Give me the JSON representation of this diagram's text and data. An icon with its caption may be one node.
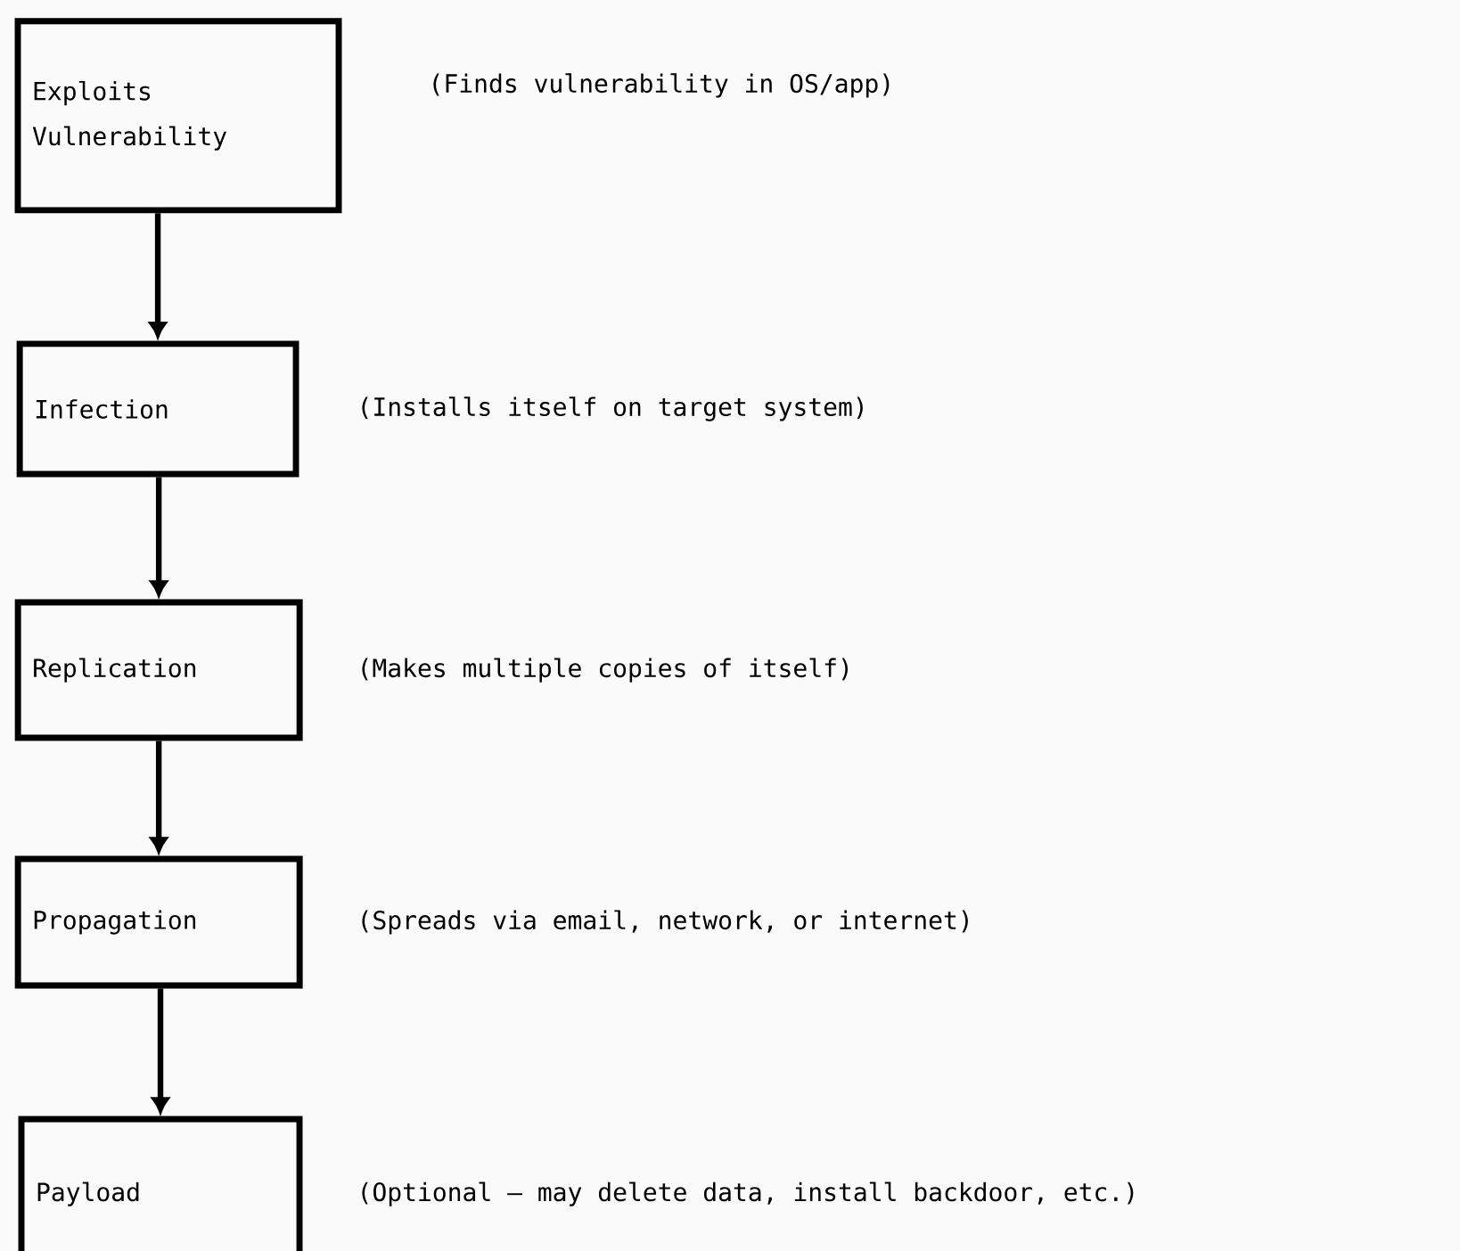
{
  "diagram": {
    "nodes": [
      {
        "text": [
          "Exploits Vulnerability"
        ],
        "beside": [
          "(Finds vulnerability in OS/app)"
        ]
      },
      {
        "text": [
          "Infection"
        ],
        "beside": [
          "(Installs itself on target system)"
        ]
      },
      {
        "text": [
          "Replication"
        ],
        "beside": [
          "(Makes multiple copies of itself)"
        ]
      },
      {
        "text": [
          "Propagation"
        ],
        "beside": [
          "(Spreads via email, network, or internet)"
        ]
      },
      {
        "text": [
          "Payload"
        ],
        "beside": [
          "(Optional – may delete data, install backdoor, etc.)"
        ]
      }
    ],
    "edges": [
      {
        "from": 0,
        "to": 1,
        "arrow": "to"
      },
      {
        "from": 1,
        "to": 2,
        "arrow": "to"
      },
      {
        "from": 2,
        "to": 3,
        "arrow": "to"
      },
      {
        "from": 3,
        "to": 4,
        "arrow": "to"
      }
    ]
  }
}
